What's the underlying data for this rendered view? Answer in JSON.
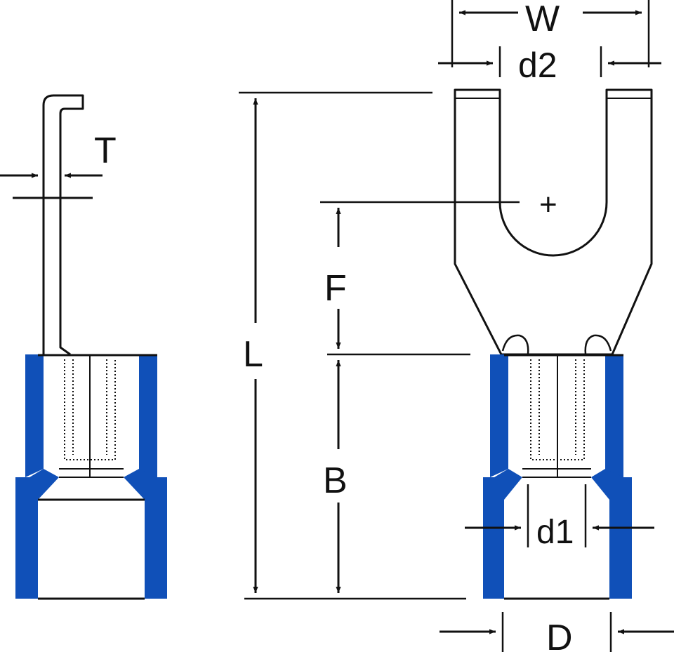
{
  "colors": {
    "line": "#111111",
    "insulation": "#1050b8",
    "background": "#ffffff"
  },
  "dimensions": {
    "T": "T",
    "W": "W",
    "d2": "d2",
    "L": "L",
    "F": "F",
    "B": "B",
    "d1": "d1",
    "D": "D"
  },
  "center_mark": "+"
}
